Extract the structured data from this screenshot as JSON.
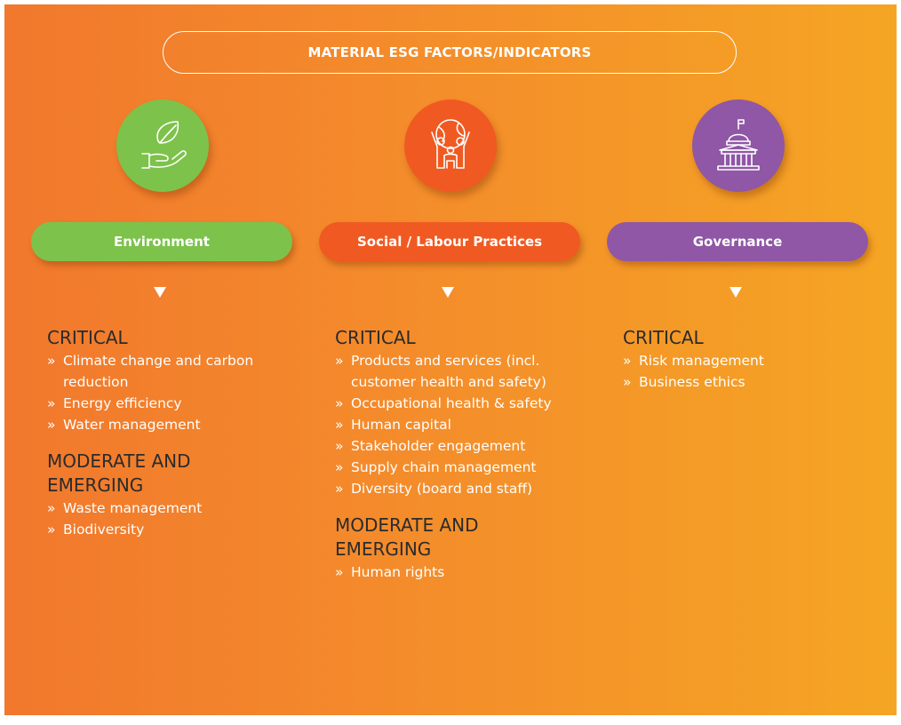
{
  "title": "MATERIAL ESG FACTORS/INDICATORS",
  "colors": {
    "background_start": "#f1782d",
    "background_end": "#f5a524",
    "environment": "#7dc24b",
    "social": "#f05a22",
    "governance": "#8f57a5",
    "heading_text": "#2b2b2b",
    "item_text": "#ffffff"
  },
  "columns": [
    {
      "category": "Environment",
      "icon": "leaf-hand-icon",
      "color": "#7dc24b",
      "critical_heading": "CRITICAL",
      "critical_items": [
        "Climate change and carbon reduction",
        "Energy efficiency",
        "Water management"
      ],
      "moderate_heading": "MODERATE AND EMERGING",
      "moderate_items": [
        "Waste management",
        "Biodiversity"
      ]
    },
    {
      "category": "Social / Labour Practices",
      "icon": "people-globe-icon",
      "color": "#f05a22",
      "critical_heading": "CRITICAL",
      "critical_items": [
        "Products and services (incl. customer health and safety)",
        "Occupational health & safety",
        "Human capital",
        "Stakeholder engagement",
        "Supply chain management",
        "Diversity (board and staff)"
      ],
      "moderate_heading": "MODERATE AND EMERGING",
      "moderate_items": [
        "Human rights"
      ]
    },
    {
      "category": "Governance",
      "icon": "capitol-building-icon",
      "color": "#8f57a5",
      "critical_heading": "CRITICAL",
      "critical_items": [
        "Risk management",
        "Business ethics"
      ]
    }
  ]
}
